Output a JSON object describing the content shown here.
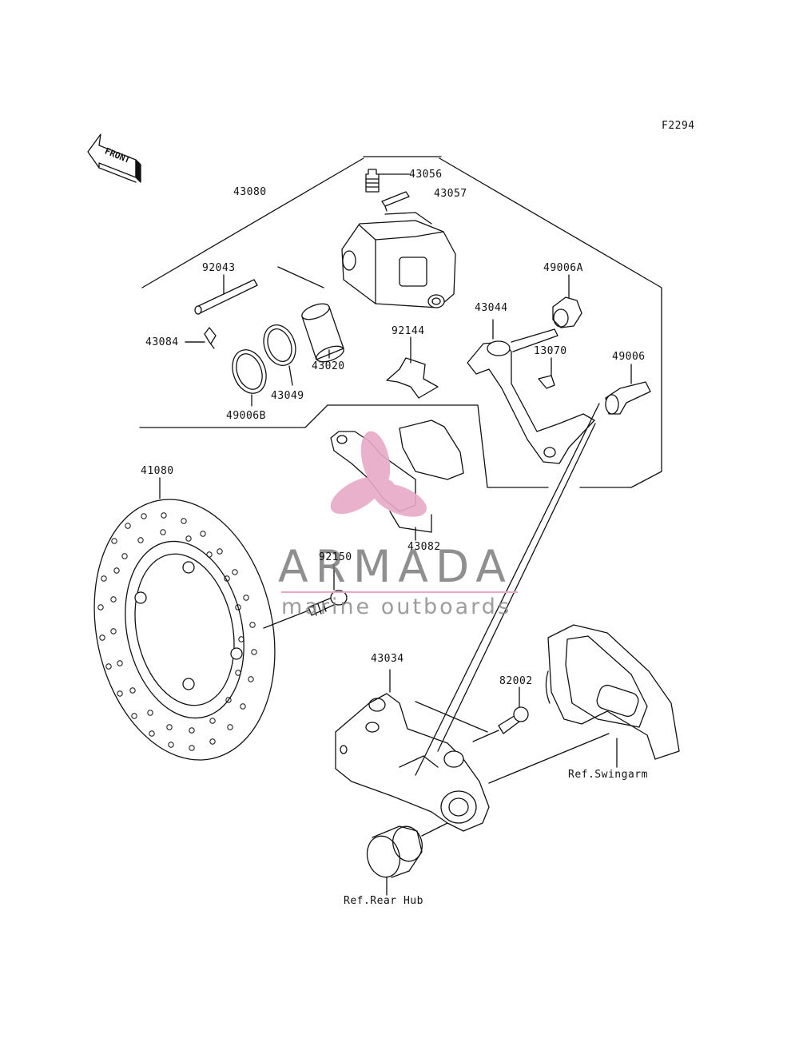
{
  "figure_code": "F2294",
  "front_marker": "FRONT",
  "watermark": {
    "brand": "ARMADA",
    "subtitle": "marine outboards",
    "logo": "propeller-logo",
    "color": "#e7a9c6"
  },
  "labels": {
    "p43080": "43080",
    "p43056": "43056",
    "p43057": "43057",
    "p92043": "92043",
    "p43084": "43084",
    "p43020": "43020",
    "p43049": "43049",
    "p49006b": "49006B",
    "p92144": "92144",
    "p43044": "43044",
    "p49006a": "49006A",
    "p13070": "13070",
    "p49006": "49006",
    "p41080": "41080",
    "p43082": "43082",
    "p92150": "92150",
    "p43034": "43034",
    "p82002": "82002",
    "ref_swingarm": "Ref.Swingarm",
    "ref_rear_hub": "Ref.Rear Hub"
  }
}
